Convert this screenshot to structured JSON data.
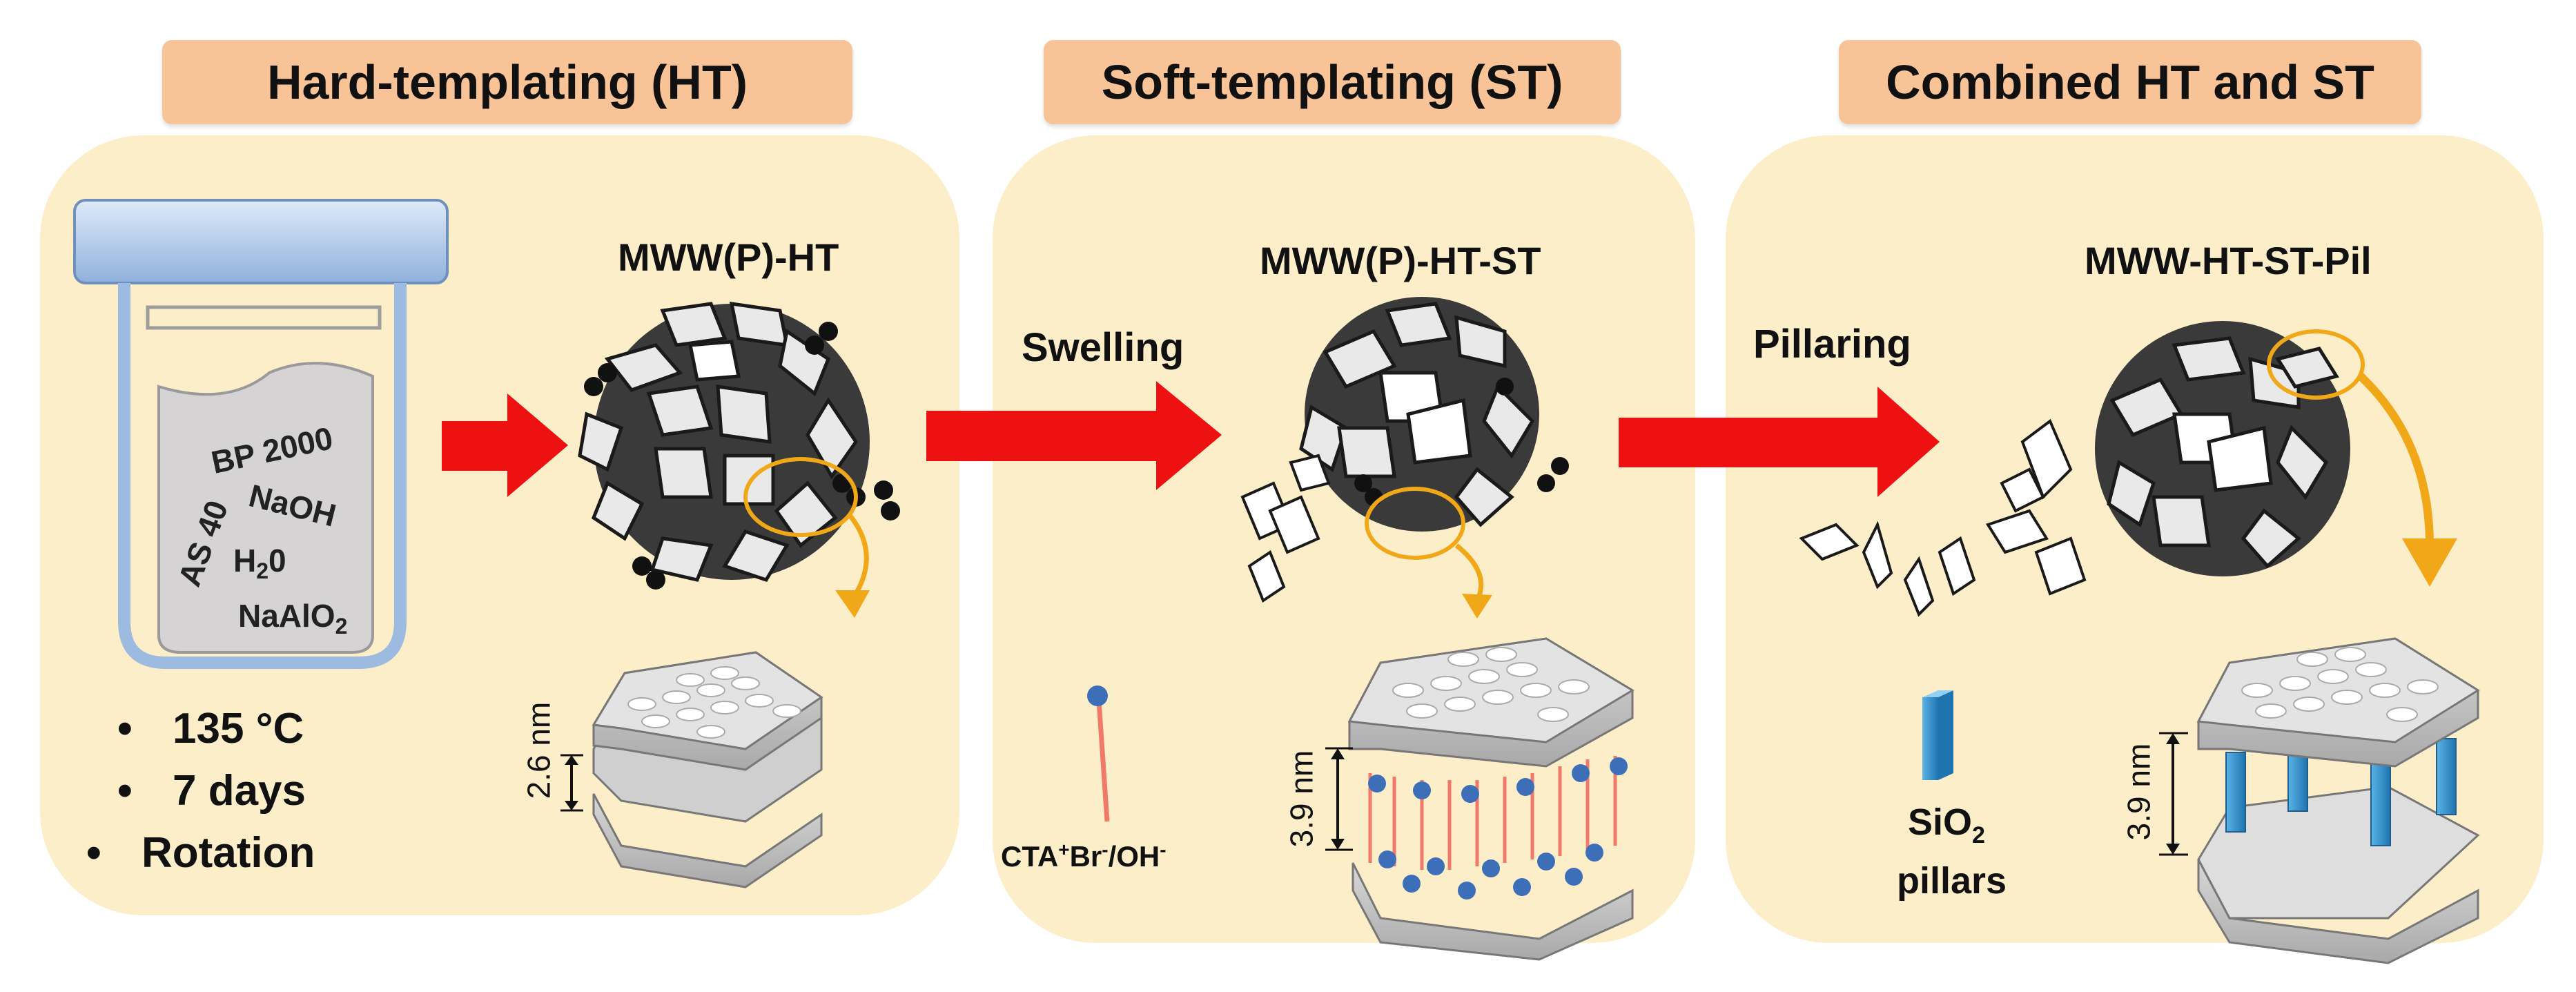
{
  "headers": {
    "hard_templating": "Hard-templating (HT)",
    "soft_templating": "Soft-templating (ST)",
    "combined": "Combined HT and ST"
  },
  "materials": {
    "ht": "MWW(P)-HT",
    "ht_st": "MWW(P)-HT-ST",
    "ht_st_pil": "MWW-HT-ST-Pil"
  },
  "steps": {
    "swelling": "Swelling",
    "pillaring": "Pillaring"
  },
  "reagents": {
    "bp2000": "BP 2000",
    "naoh": "NaOH",
    "as40": "AS 40",
    "h2o": "H",
    "h2o_sub": "2",
    "h2o_tail": "0",
    "naalo2": "NaAlO",
    "naalo2_sub": "2"
  },
  "conditions": [
    "135 °C",
    "7 days",
    "Rotation"
  ],
  "layers": {
    "ht_spacing": "2.6 nm",
    "st_spacing": "3.9 nm",
    "pil_spacing": "3.9 nm"
  },
  "surfactant": {
    "label_a": "CTA",
    "sup_a": "+",
    "label_b": "Br",
    "sup_b": "-",
    "label_c": "/OH",
    "sup_c": "-"
  },
  "pillars": {
    "line1": "SiO",
    "sub": "2",
    "line2": "pillars"
  },
  "colors": {
    "panel": "#fdeeca",
    "header": "#f8c396",
    "arrow": "#ee1111",
    "highlight": "#f0a818",
    "pillar": "#2a8ccc",
    "surfactant_head": "#3d6fb8",
    "surfactant_tail": "#f07a6a"
  }
}
